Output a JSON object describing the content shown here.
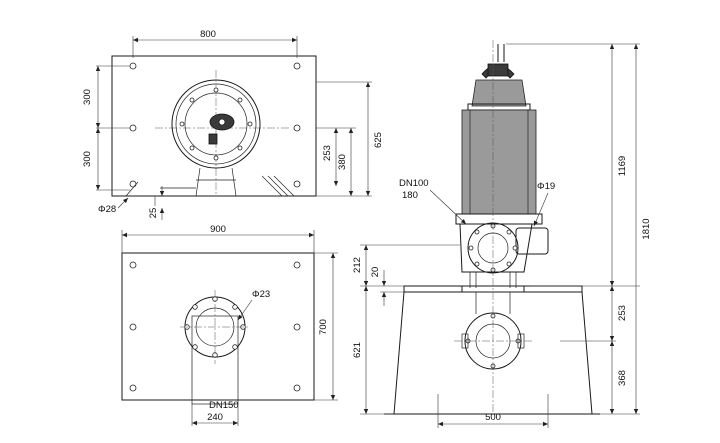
{
  "top_view": {
    "width_label": "800",
    "height_upper_label": "300",
    "height_lower_label": "300",
    "dim_625": "625",
    "dim_380": "380",
    "dim_253": "253",
    "hole_label": "Φ28",
    "dim_25": "25"
  },
  "base_view": {
    "width_label": "900",
    "height_label": "700",
    "hole_label": "Φ23",
    "dn_label": "DN150",
    "dim_240": "240"
  },
  "side_view": {
    "dn100_label": "DN100",
    "dim_180": "180",
    "hole_label": "Φ19",
    "dim_1169": "1169",
    "dim_1810": "1810",
    "dim_212": "212",
    "dim_20": "20",
    "dim_253": "253",
    "dim_621": "621",
    "dim_368": "368",
    "dim_500": "500"
  }
}
